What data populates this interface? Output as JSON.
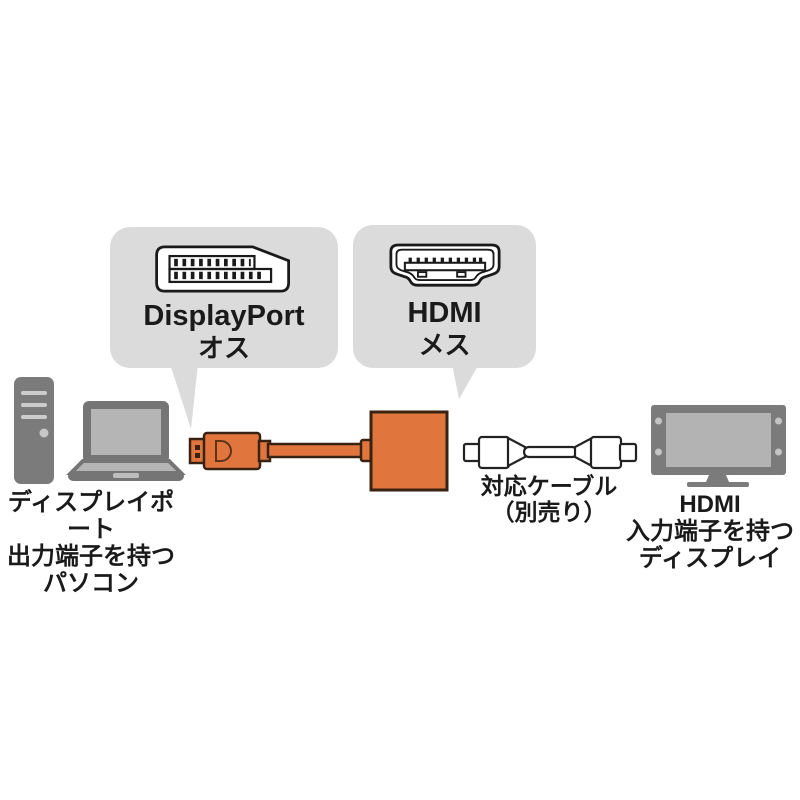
{
  "callouts": [
    {
      "id": "displayport",
      "icon": "displayport-connector-icon",
      "title": "DisplayPort",
      "subtitle": "オス"
    },
    {
      "id": "hdmi",
      "icon": "hdmi-connector-icon",
      "title": "HDMI",
      "subtitle": "メス"
    }
  ],
  "labels": {
    "source_pc": {
      "lines": [
        "ディスプレイポート",
        "出力端子を持つ",
        "パソコン"
      ]
    },
    "cable": {
      "lines": [
        "対応ケーブル",
        "（別売り）"
      ]
    },
    "display": {
      "lines": [
        "HDMI",
        "入力端子を持つ",
        "ディスプレイ"
      ]
    }
  },
  "colors": {
    "adapter_orange": "#e0763e",
    "adapter_outline": "#3a2212",
    "bubble_gray": "#dbdbdb",
    "device_gray": "#7b7b7b",
    "device_light_gray": "#b5b5b5",
    "icon_stroke": "#1a1a1a",
    "text": "#1a1a1a",
    "background": "#ffffff"
  }
}
